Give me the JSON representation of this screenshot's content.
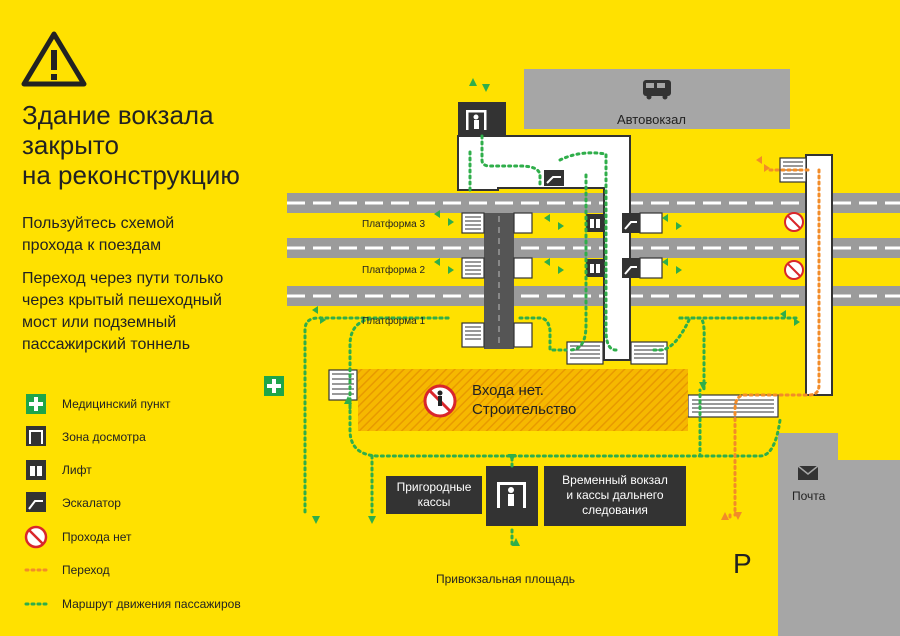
{
  "sidebar": {
    "title_lines": [
      "Здание вокзала",
      "закрыто",
      "на реконструкцию"
    ],
    "subtitle_lines": [
      "Пользуйтесь схемой",
      "проходa к поездам"
    ],
    "info_lines": [
      "Переход через пути только",
      "через крытый пешеходный",
      "мост или подземный",
      "пассажирский тоннель"
    ]
  },
  "legend": [
    {
      "icon": "medical-icon",
      "label": "Медицинский пункт"
    },
    {
      "icon": "security-check-icon",
      "label": "Зона досмотра"
    },
    {
      "icon": "elevator-icon",
      "label": "Лифт"
    },
    {
      "icon": "escalator-icon",
      "label": "Эскалатор"
    },
    {
      "icon": "no-entry-icon",
      "label": "Прохода нет"
    },
    {
      "icon": "orange-dotted-line",
      "label": "Переход"
    },
    {
      "icon": "green-dotted-line",
      "label": "Маршрут движения пассажиров"
    }
  ],
  "map": {
    "bus_station": "Автовокзал",
    "platforms": [
      "Платформа 3",
      "Платформа 2",
      "Платформа 1"
    ],
    "construction_lines": [
      "Входа нет.",
      "Строительство"
    ],
    "suburban_tickets_lines": [
      "Пригородные",
      "кассы"
    ],
    "temp_station_lines": [
      "Временный вокзал",
      "и кассы дальнего",
      "следования"
    ],
    "square": "Привокзальная площадь",
    "post": "Почта",
    "parking": "P"
  },
  "colors": {
    "background": "#FFE100",
    "route": "#2FAE4A",
    "crossing": "#F28C28",
    "dark": "#333333",
    "track": "#9B9B9B"
  }
}
